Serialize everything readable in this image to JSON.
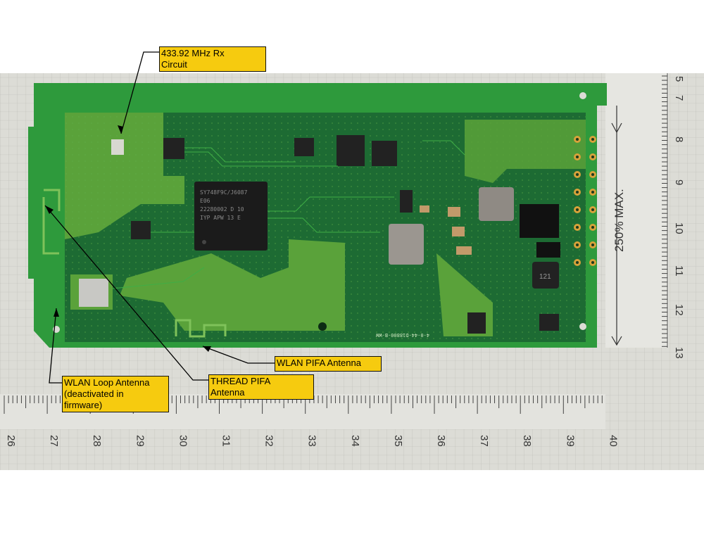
{
  "figure": {
    "callouts": {
      "rx_circuit": "433.92 MHz Rx\nCircuit",
      "wlan_pifa": "WLAN PIFA Antenna",
      "thread_pifa": "THREAD PIFA\nAntenna",
      "wlan_loop": "WLAN Loop Antenna\n(deactivated in\nfirmware)"
    },
    "ruler_bottom_numbers": [
      "26",
      "27",
      "28",
      "29",
      "30",
      "31",
      "32",
      "33",
      "34",
      "35",
      "36",
      "37",
      "38",
      "39",
      "40"
    ],
    "ruler_right_numbers": [
      "5",
      "7",
      "8",
      "9",
      "10",
      "11",
      "12",
      "13"
    ],
    "ruler_right_label": "250% MAX.",
    "chip_markings": {
      "main_soc_line1": "SY748F9C/J6087",
      "main_soc_line2": "E06",
      "main_soc_line3": "22280002  D 10",
      "main_soc_line4": "IYP APW 13 E",
      "inductor_label": "121",
      "board_code": "4-0-44-D18800-B-WW"
    },
    "colors": {
      "pcb_green": "#2e9a3c",
      "pcb_dark": "#1d6b33",
      "callout_fill": "#f6cb0f",
      "grid_paper": "#dcdcd6"
    }
  }
}
